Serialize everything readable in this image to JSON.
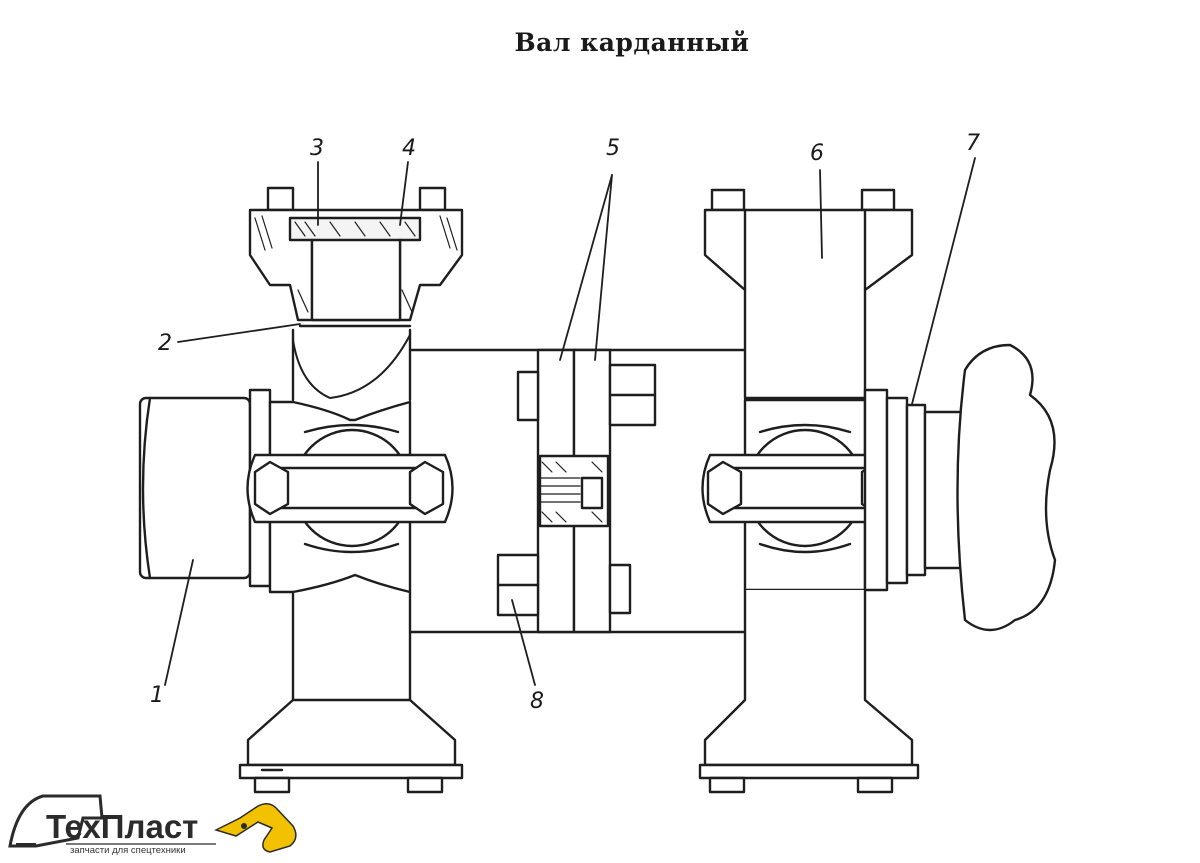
{
  "title": "Вал карданный",
  "callouts": [
    {
      "id": "1",
      "label": "1"
    },
    {
      "id": "2",
      "label": "2"
    },
    {
      "id": "3",
      "label": "3"
    },
    {
      "id": "4",
      "label": "4"
    },
    {
      "id": "5",
      "label": "5"
    },
    {
      "id": "6",
      "label": "6"
    },
    {
      "id": "7",
      "label": "7"
    },
    {
      "id": "8",
      "label": "8"
    }
  ],
  "logo": {
    "brand": "ТехПласт",
    "tagline": "запчасти для спецтехники",
    "accent_color": "#f2c200",
    "text_color": "#2b2b2b"
  }
}
